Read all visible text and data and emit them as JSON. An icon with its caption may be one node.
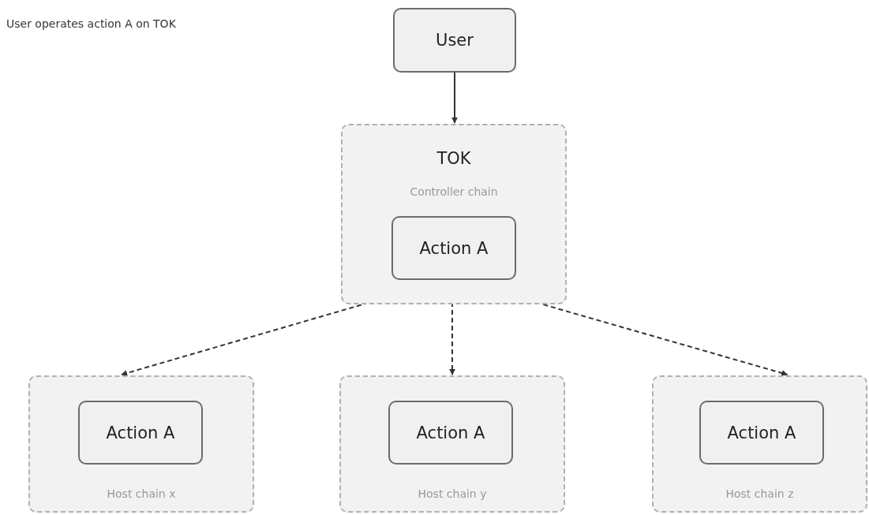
{
  "diagram": {
    "nodes": [
      {
        "text": [
          "User"
        ]
      },
      {
        "text": [
          "TOK",
          "Controller chain"
        ]
      },
      {
        "text": [
          "Action A"
        ],
        "in": 1
      },
      {
        "text": [
          "Host chain x"
        ]
      },
      {
        "text": [
          "Action A"
        ],
        "in": 3
      },
      {
        "text": [
          "Host chain y"
        ]
      },
      {
        "text": [
          "Action A"
        ],
        "in": 5
      },
      {
        "text": [
          "Host chain z"
        ]
      },
      {
        "text": [
          "Action A"
        ],
        "in": 7
      }
    ],
    "edges": [
      {
        "from": 0,
        "to": 1,
        "arrow": "to"
      },
      {
        "from": 2,
        "to": 3,
        "arrow": "to",
        "style": "dashed"
      },
      {
        "from": 2,
        "to": 5,
        "arrow": "to",
        "style": "dashed"
      },
      {
        "from": 2,
        "to": 7,
        "arrow": "to",
        "style": "dashed"
      }
    ],
    "labels": [
      "User operates action A on TOK"
    ]
  }
}
